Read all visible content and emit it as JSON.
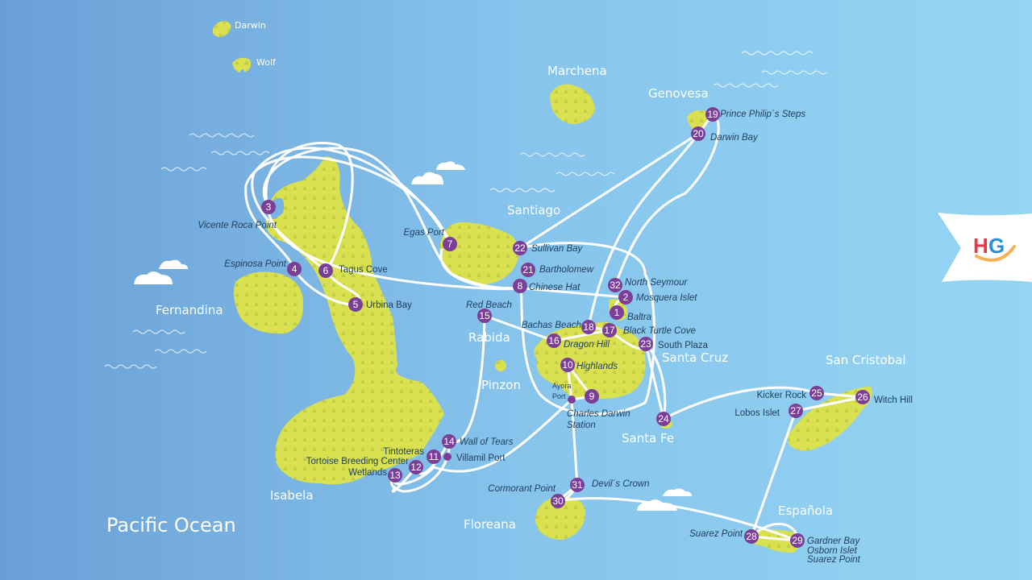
{
  "colors": {
    "ocean_left": "#6a9fd6",
    "ocean_right": "#95d5f3",
    "land": "#d9e150",
    "marker": "#7b3f98",
    "route": "#ffffff",
    "label": "#1e3d5c"
  },
  "ocean_name": "Pacific Ocean",
  "islands": {
    "darwin": "Darwin",
    "wolf": "Wolf",
    "marchena": "Marchena",
    "genovesa": "Genovesa",
    "santiago": "Santiago",
    "fernandina": "Fernandina",
    "rabida": "Rabida",
    "pinzon": "Pinzon",
    "santa_cruz": "Santa Cruz",
    "san_cristobal": "San Cristobal",
    "santa_fe": "Santa Fe",
    "isabela": "Isabela",
    "floreana": "Floreana",
    "espanola": "Española"
  },
  "markers": {
    "m1": "1",
    "m2": "2",
    "m3": "3",
    "m4": "4",
    "m5": "5",
    "m6": "6",
    "m7": "7",
    "m8": "8",
    "m9": "9",
    "m10": "10",
    "m11": "11",
    "m12": "12",
    "m13": "13",
    "m14": "14",
    "m15": "15",
    "m16": "16",
    "m17": "17",
    "m18": "18",
    "m19": "19",
    "m20": "20",
    "m21": "21",
    "m22": "22",
    "m23": "23",
    "m24": "24",
    "m25": "25",
    "m26": "26",
    "m27": "27",
    "m28": "28",
    "m29": "29",
    "m30": "30",
    "m31": "31",
    "m32": "32"
  },
  "sites": {
    "vicente_roca": "Vicente Roca Point",
    "espinosa": "Espinosa Point",
    "tagus": "Tagus Cove",
    "urbina": "Urbina Bay",
    "egas": "Egas Port",
    "sullivan": "Sullivan Bay",
    "bartholomew": "Bartholomew",
    "chinese_hat": "Chinese Hat",
    "red_beach": "Red Beach",
    "north_seymour": "North Seymour",
    "mosquera": "Mosquera Islet",
    "baltra": "Baltra",
    "bachas": "Bachas Beach",
    "black_turtle": "Black Turtle Cove",
    "dragon_hill": "Dragon Hill",
    "south_plaza": "South Plaza",
    "highlands": "Highlands",
    "ayora_1": "Ayora",
    "ayora_2": "Port",
    "cds_1": "Charles Darwin",
    "cds_2": "Station",
    "prince_philip": "Prince Philip´s Steps",
    "darwin_bay": "Darwin Bay",
    "wall_of_tears": "Wall of Tears",
    "villamil": "Villamil Port",
    "tintoteras": "Tintoteras",
    "tortoise": "Tortoise Breeding Center",
    "wetlands": "Wetlands",
    "devils_crown": "Devil´s Crown",
    "cormorant": "Cormorant Point",
    "kicker_rock": "Kicker Rock",
    "witch_hill": "Witch Hill",
    "lobos": "Lobos Islet",
    "suarez_28": "Suarez Point",
    "gardner": "Gardner Bay",
    "osborn": "Osborn Islet",
    "suarez_29": "Suarez Point"
  },
  "logo": {
    "text": "HG"
  }
}
